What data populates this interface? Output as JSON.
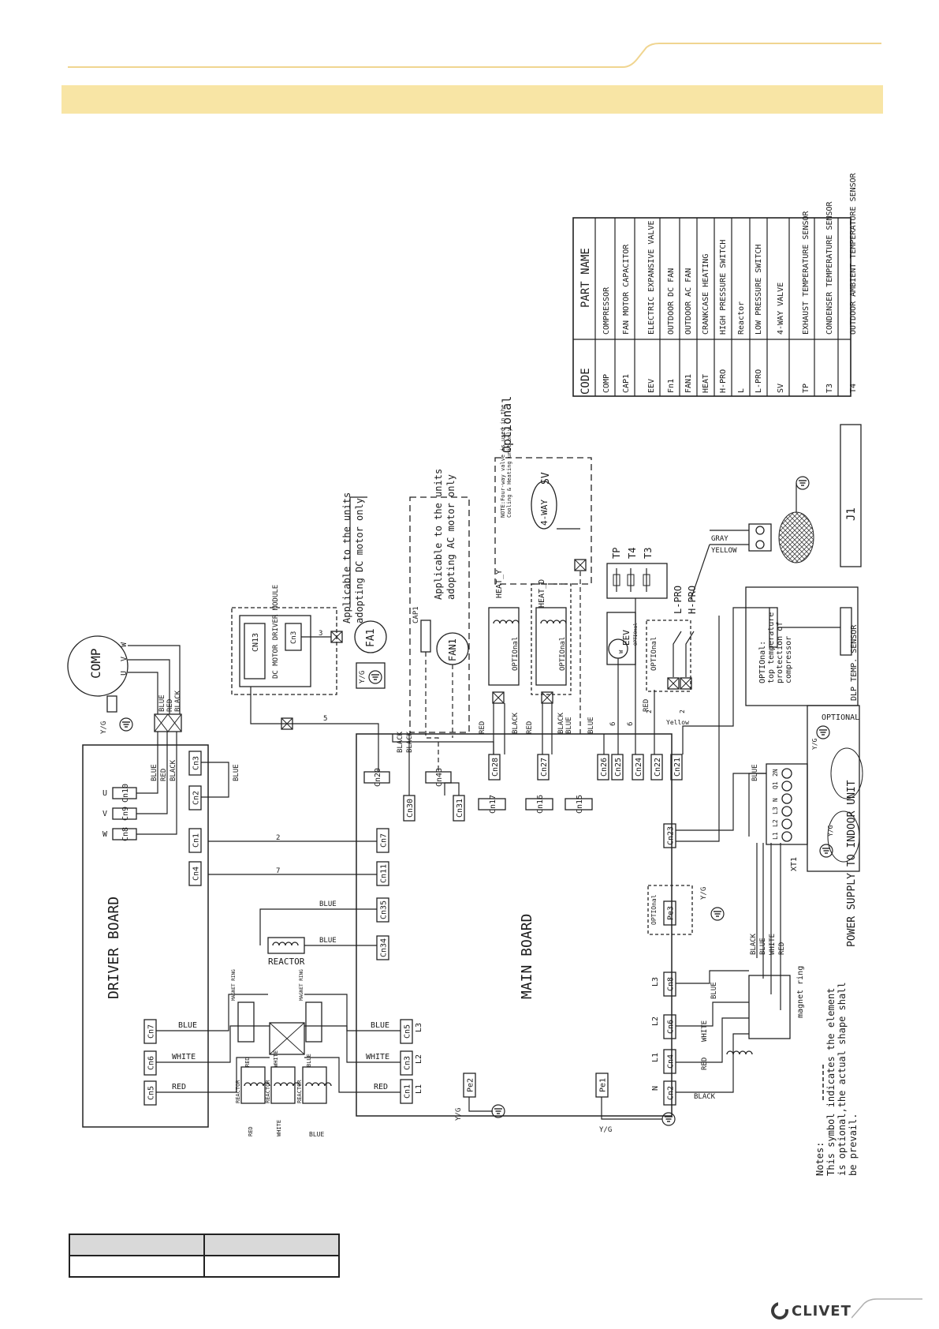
{
  "parts_table": {
    "header": {
      "code": "CODE",
      "name": "PART NAME"
    },
    "rows": [
      {
        "code": "COMP",
        "name": "COMPRESSOR"
      },
      {
        "code": "CAP1",
        "name": "FAN MOTOR CAPACITOR"
      },
      {
        "code": "EEV",
        "name": "ELECTRIC EXPANSIVE VALVE"
      },
      {
        "code": "Fn1",
        "name": "OUTDOOR DC FAN"
      },
      {
        "code": "FAN1",
        "name": "OUTDOOR AC FAN"
      },
      {
        "code": "HEAT",
        "name": "CRANKCASE HEATING"
      },
      {
        "code": "H-PRO",
        "name": "HIGH PRESSURE SWITCH"
      },
      {
        "code": "L",
        "name": "Reactor"
      },
      {
        "code": "L-PRO",
        "name": "LOW PRESSURE SWITCH"
      },
      {
        "code": "SV",
        "name": "4-WAY VALVE"
      },
      {
        "code": "TP",
        "name": "EXHAUST TEMPERATURE SENSOR"
      },
      {
        "code": "T3",
        "name": "CONDENSER TEMPERATURE SENSOR"
      },
      {
        "code": "T4",
        "name": "OUTDOOR AMBIENT TEMPERATURE SENSOR"
      }
    ]
  },
  "boards": {
    "driver": "DRIVER BOARD",
    "main": "MAIN BOARD"
  },
  "components": {
    "comp": "COMP",
    "fan_dc": "FA1",
    "fan_ac": "FAN1",
    "cap": "CAP1",
    "eev": "EEV",
    "sv": "4-WAY",
    "sv_code": "SV",
    "reactor": "REACTOR",
    "reactor_small": "REACTOR",
    "heat_y": "HEAT_Y",
    "heat_d": "HEAT_D",
    "tp": "TP",
    "t4": "T4",
    "t3": "T3",
    "l_pro": "L-PRO",
    "h_pro": "H-PRO",
    "dc_module": "DC MOTOR DRIVER MODULE",
    "dlp_sensor": "DLP TEMP. SENSOR",
    "j1": "J1",
    "xt1": "XT1",
    "power_supply": "POWER SUPPLY",
    "to_indoor": "TO INDOOR UNIT",
    "optional": "OPTIONAL",
    "optional2": "Optional",
    "optional3": "OPTIOnal",
    "magnet_ring": "MAGNET RING",
    "magnet_ring2": "magnet ring"
  },
  "connectors": {
    "driver": [
      "Cn10",
      "Cn9",
      "Cn8",
      "Cn3",
      "Cn2",
      "Cn1",
      "Cn4",
      "Cn7",
      "Cn6",
      "Cn5"
    ],
    "main_top": [
      "Cn20",
      "Cn43",
      "Cn28",
      "Cn27",
      "Cn26",
      "Cn25",
      "Cn24",
      "Cn22",
      "Cn21"
    ],
    "main_second": [
      "Cn30",
      "Cn31",
      "Cn17",
      "Cn16",
      "Cn15"
    ],
    "main_left": [
      "Cn7",
      "Cn11",
      "Cn35",
      "Cn34",
      "Cn5",
      "Cn3",
      "Cn1"
    ],
    "main_right": [
      "Cn23",
      "Pe3",
      "Cn8",
      "Cn6",
      "Cn4",
      "Cn2"
    ],
    "ground": [
      "Pe2",
      "Pe1"
    ],
    "cn3_module": "Cn3",
    "cn13_module": "CN13"
  },
  "wire_labels": {
    "blue": "BLUE",
    "red": "RED",
    "black": "BLACK",
    "white": "WHITE",
    "gray": "GRAY",
    "yellow": "YELLOW",
    "yellow2": "Yellow",
    "yg": "Y/G",
    "u": "U",
    "v": "V",
    "w": "W",
    "n": "N",
    "l1": "L1",
    "l2": "L2",
    "l3": "L3",
    "terminals": [
      "L1",
      "L2",
      "L3",
      "N",
      "Q1",
      "2N"
    ]
  },
  "counts": {
    "two": "2",
    "three": "3",
    "five": "5",
    "six": "6",
    "seven": "7"
  },
  "notes": {
    "dc_motor": [
      "Applicable to the units",
      "adopting DC motor only"
    ],
    "ac_motor": [
      "Applicable to the units",
      "adopting AC motor only"
    ],
    "four_way": [
      "NOTE:Four-way valve is used in the",
      "Cooling & Heating unit only"
    ],
    "dlp": [
      "OPTIOnal:",
      "top temperature",
      "protection of",
      "compressor"
    ],
    "symbol": [
      "Notes:",
      "This symbol indicates the element",
      "is optional,the actual shape shall",
      "be prevail."
    ]
  },
  "brand": "CLIVET"
}
